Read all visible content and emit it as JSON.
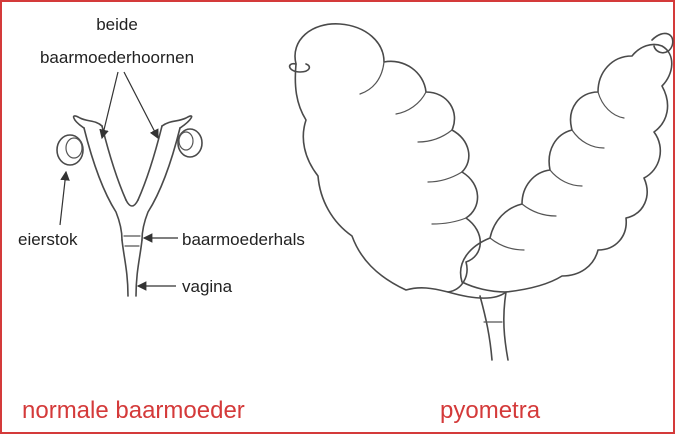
{
  "normal": {
    "label_horns_line1": "beide",
    "label_horns_line2": "baarmoederhoornen",
    "label_ovary": "eierstok",
    "label_cervix": "baarmoederhals",
    "label_vagina": "vagina",
    "caption": "normale baarmoeder"
  },
  "pyometra": {
    "caption": "pyometra"
  },
  "colors": {
    "caption": "#d43a3a",
    "border": "#d43a3a",
    "line": "#4a4a4a"
  }
}
